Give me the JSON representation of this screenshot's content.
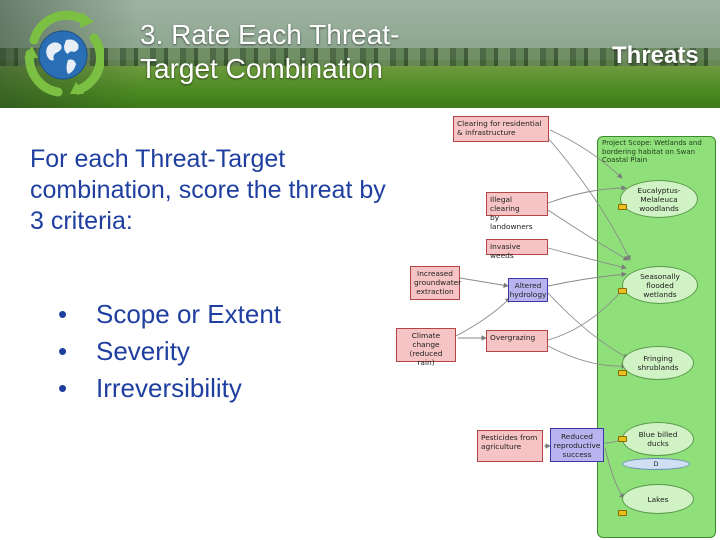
{
  "header": {
    "title_line1": "3. Rate Each Threat-",
    "title_line2": "Target Combination",
    "right_title": "Threats"
  },
  "body": {
    "intro": "For each Threat-Target combination, score the threat by 3 criteria:",
    "bullets": [
      "Scope or Extent",
      "Severity",
      "Irreversibility"
    ]
  },
  "diagram": {
    "scope_label": "Project Scope: Wetlands and bordering habitat on Swan Coastal Plain",
    "threats": {
      "clearing": [
        "Clearing for residential",
        "& infrastructure"
      ],
      "illegal": [
        "Illegal clearing",
        "by landowners"
      ],
      "weeds": [
        "Invasive weeds"
      ],
      "groundwater": [
        "Increased",
        "groundwater",
        "extraction"
      ],
      "overgrazing": [
        "Overgrazing"
      ],
      "climate": [
        "Climate",
        "change",
        "(reduced rain)"
      ],
      "pesticides": [
        "Pesticides from",
        "agriculture"
      ]
    },
    "factors": {
      "hydrology": [
        "Altered",
        "hydrology"
      ],
      "reproductive": [
        "Reduced",
        "reproductive",
        "success"
      ]
    },
    "targets": {
      "eucalyptus": [
        "Eucalyptus-",
        "Melaleuca",
        "woodlands"
      ],
      "wetlands": [
        "Seasonally",
        "flooded",
        "wetlands"
      ],
      "shrublands": [
        "Fringing",
        "shrublands"
      ],
      "ducks": [
        "Blue billed",
        "ducks"
      ],
      "lakes": [
        "Lakes"
      ]
    },
    "subtarget_label": "D"
  },
  "colors": {
    "title_text": "#ffffff",
    "body_text": "#1e3fa0",
    "threat_fill": "#f6c4c4",
    "factor_fill": "#b9b4f0",
    "scope_fill": "#8fe07a",
    "target_fill": "#d0f2c4"
  },
  "icons": {
    "logo": "globe-recycle-arrows-icon"
  }
}
